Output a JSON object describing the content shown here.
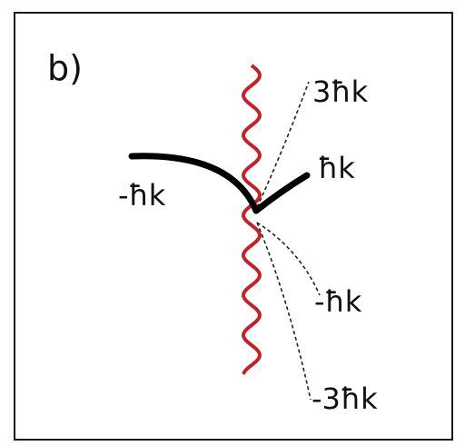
{
  "panel_label": "b)",
  "labels": {
    "upper_right_dashed": "3ħk",
    "right_solid": "ħk",
    "left_solid": "-ħk",
    "lower_right_dashed": "-ħk",
    "bottom_dashed": "-3ħk"
  },
  "colors": {
    "wave": "#c0242b",
    "curve": "#000000",
    "frame": "#1a1a1a",
    "text": "#111111"
  }
}
